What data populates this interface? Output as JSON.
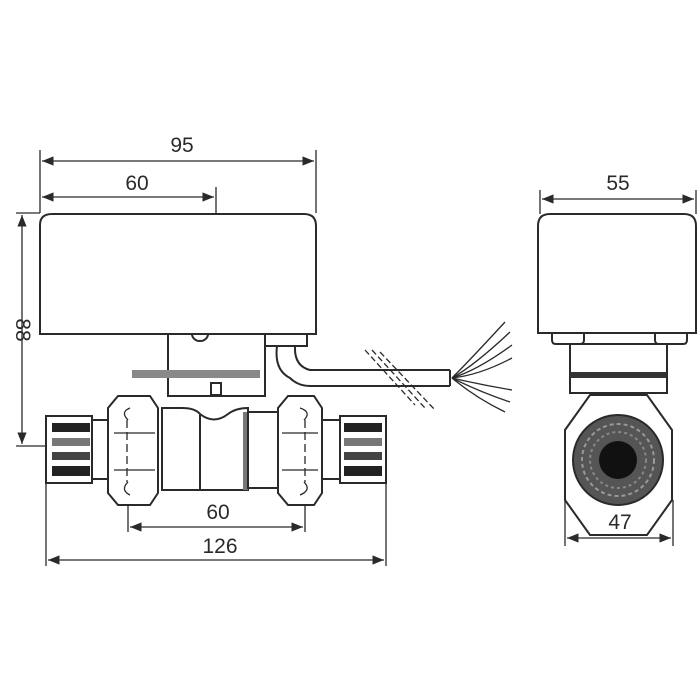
{
  "title": "Motorised zone valve dimension drawing",
  "front_view": {
    "dims": {
      "actuator_width": "95",
      "actuator_to_spindle": "60",
      "height": "88",
      "nut_spacing": "60",
      "overall_length": "126"
    }
  },
  "side_view": {
    "dims": {
      "actuator_depth": "55",
      "hex_width": "47"
    }
  },
  "colors": {
    "line": "#2a2a2a",
    "thread": "#3a3a3a",
    "background": "#ffffff"
  }
}
